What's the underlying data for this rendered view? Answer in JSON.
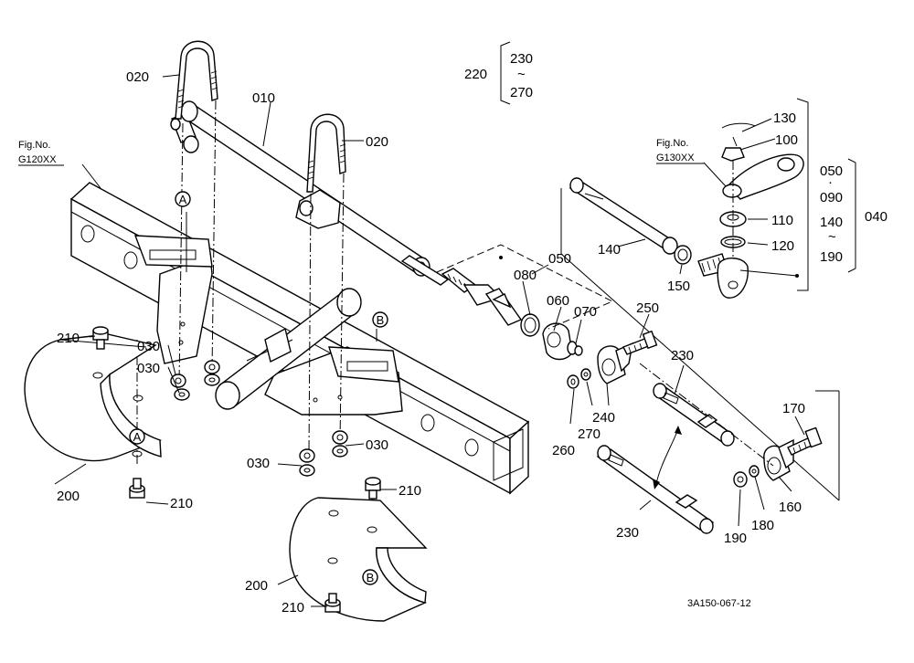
{
  "callouts": {
    "p010": "010",
    "p020a": "020",
    "p020b": "020",
    "p030a": "030",
    "p030b": "030",
    "p030c": "030",
    "p030d": "030",
    "p040": "040",
    "p050": "050",
    "p060": "060",
    "p070": "070",
    "p080": "080",
    "p100": "100",
    "p110": "110",
    "p120": "120",
    "p130": "130",
    "p140": "140",
    "p150": "150",
    "p160": "160",
    "p170": "170",
    "p180": "180",
    "p190": "190",
    "p200a": "200",
    "p200b": "200",
    "p210a": "210",
    "p210b": "210",
    "p210c": "210",
    "p210d": "210",
    "p220": "220",
    "p230a": "230",
    "p230b": "230",
    "p240": "240",
    "p250": "250",
    "p260": "260",
    "p270": "270"
  },
  "brackets": {
    "b220_top": "230",
    "b220_tilde": "~",
    "b220_bot": "270",
    "b040_a": "050",
    "b040_dot1": "·",
    "b040_b": "090",
    "b040_c": "140",
    "b040_tilde": "~",
    "b040_d": "190"
  },
  "figrefs": {
    "left_label": "Fig.No.",
    "left_code": "G120XX",
    "right_label": "Fig.No.",
    "right_code": "G130XX"
  },
  "markers": {
    "a1": "A",
    "a2": "A",
    "b1": "B",
    "b2": "B"
  },
  "drawing_code": "3A150-067-12"
}
